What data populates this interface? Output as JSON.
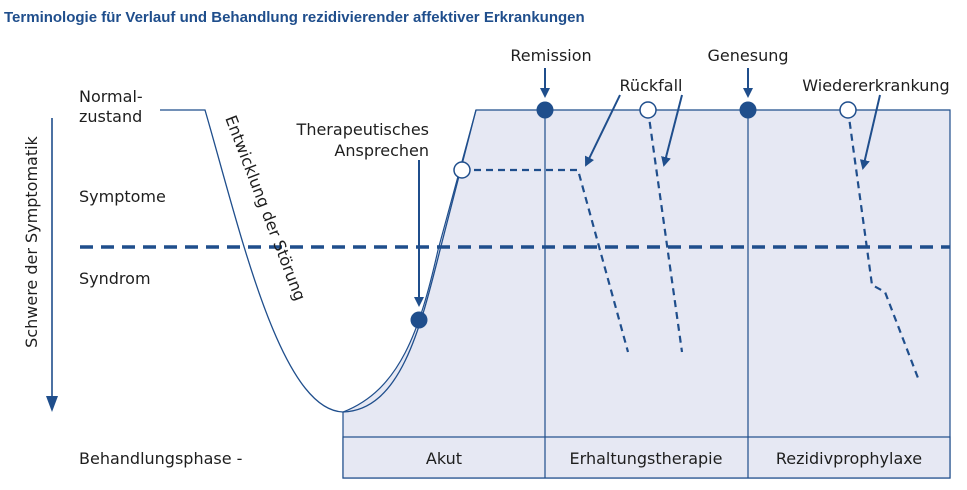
{
  "title": "Terminologie für Verlauf und Behandlung rezidivierender affektiver Erkrankungen",
  "y_axis_label": "Schwere der Symptomatik",
  "levels": {
    "normal_line1": "Normal-",
    "normal_line2": "zustand",
    "symptome": "Symptome",
    "syndrom": "Syndrom"
  },
  "curve_label": "Entwicklung der Störung",
  "annotations": {
    "response_line1": "Therapeutisches",
    "response_line2": "Ansprechen",
    "remission": "Remission",
    "relapse": "Rückfall",
    "recovery": "Genesung",
    "recurrence": "Wiedererkrankung"
  },
  "phase_label": "Behandlungsphase -",
  "phases": [
    "Akut",
    "Erhaltungstherapie",
    "Rezidivprophylaxe"
  ],
  "colors": {
    "primary": "#1f4e8c",
    "fill": "#e6e8f3",
    "text": "#1e1e1e"
  }
}
